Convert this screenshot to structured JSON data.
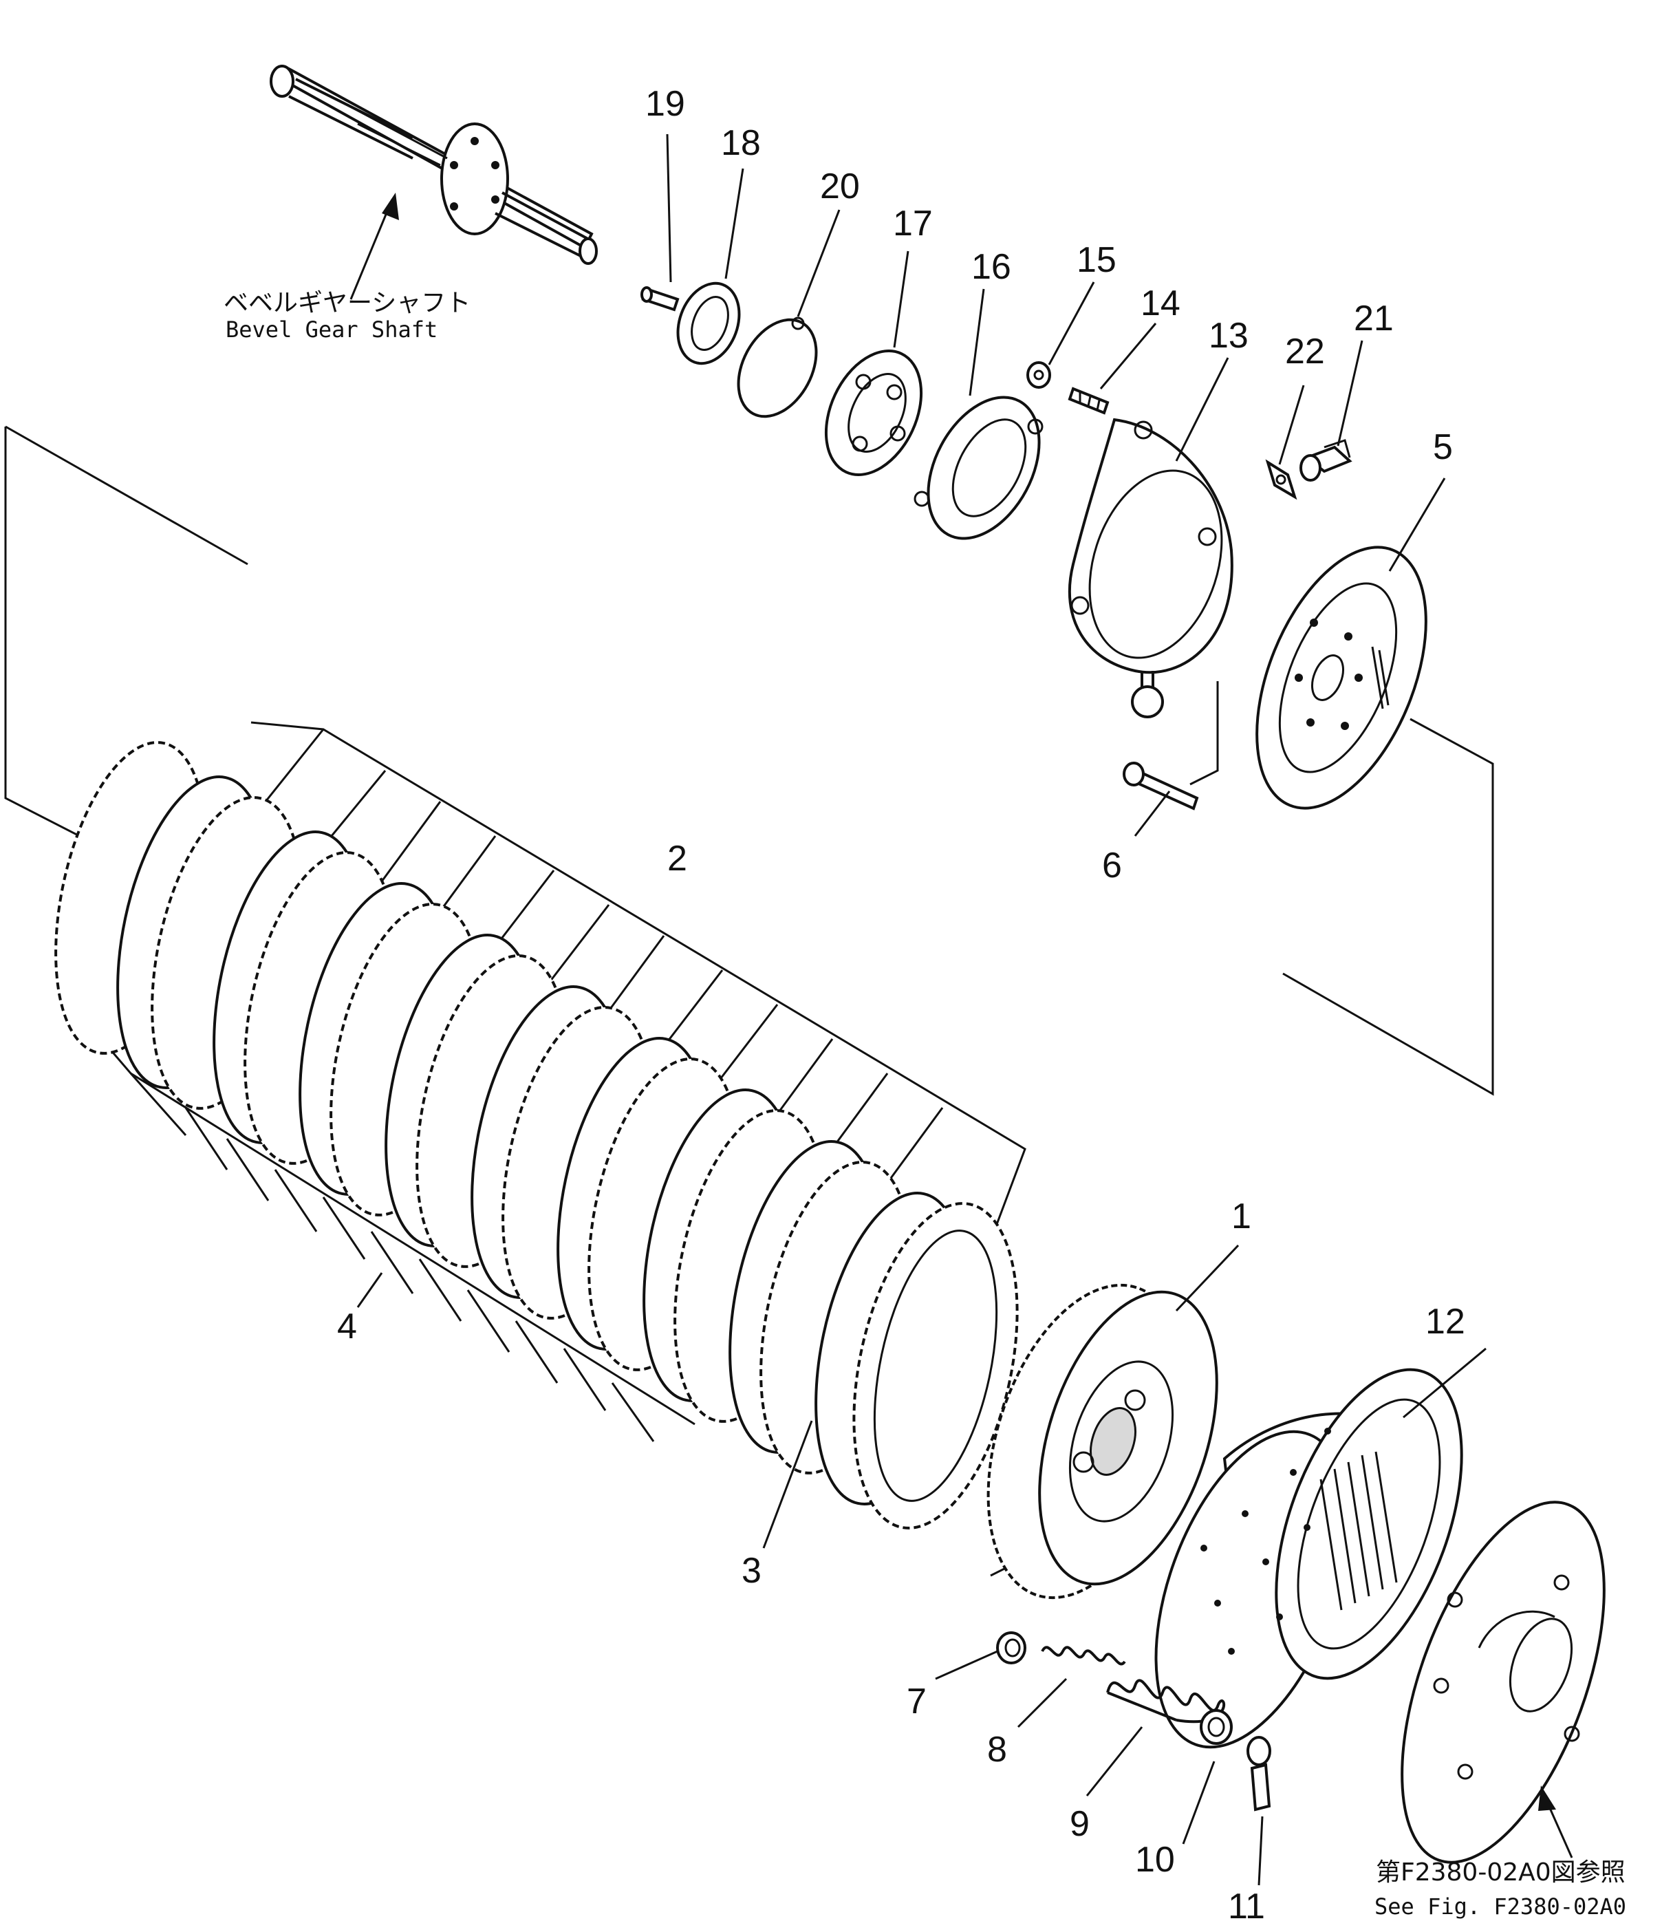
{
  "labels": [
    {
      "id": "1",
      "text": "1"
    },
    {
      "id": "2",
      "text": "2"
    },
    {
      "id": "3",
      "text": "3"
    },
    {
      "id": "4",
      "text": "4"
    },
    {
      "id": "5",
      "text": "5"
    },
    {
      "id": "6",
      "text": "6"
    },
    {
      "id": "7",
      "text": "7"
    },
    {
      "id": "8",
      "text": "8"
    },
    {
      "id": "9",
      "text": "9"
    },
    {
      "id": "10",
      "text": "10"
    },
    {
      "id": "11",
      "text": "11"
    },
    {
      "id": "12",
      "text": "12"
    },
    {
      "id": "13",
      "text": "13"
    },
    {
      "id": "14",
      "text": "14"
    },
    {
      "id": "15",
      "text": "15"
    },
    {
      "id": "16",
      "text": "16"
    },
    {
      "id": "17",
      "text": "17"
    },
    {
      "id": "18",
      "text": "18"
    },
    {
      "id": "19",
      "text": "19"
    },
    {
      "id": "20",
      "text": "20"
    },
    {
      "id": "21",
      "text": "21"
    },
    {
      "id": "22",
      "text": "22"
    }
  ],
  "bevel_shaft": {
    "jp": "ベベルギヤーシャフト",
    "en": "Bevel  Gear  Shaft"
  },
  "reference": {
    "jp": "第F2380-02A0図参照",
    "en": "See Fig. F2380-02A0"
  }
}
